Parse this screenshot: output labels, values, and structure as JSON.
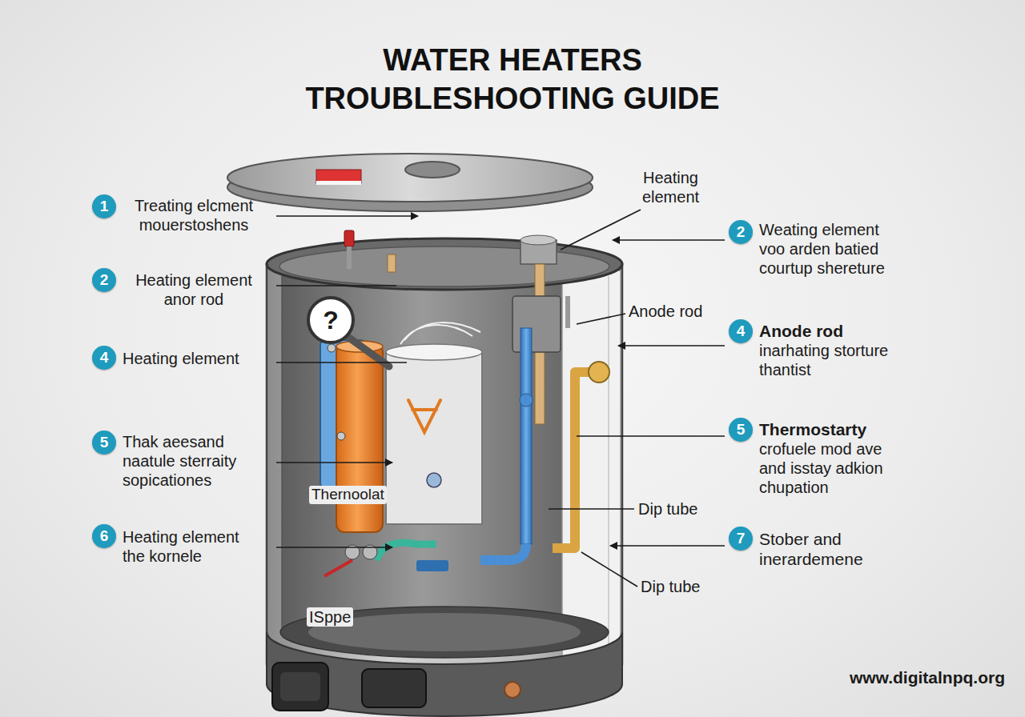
{
  "diagram": {
    "title": "WATER HEATERS TROUBLESHOOTING GUIDE",
    "labels": [
      "1",
      "Treating elcment mouerstoshens",
      "Heating element",
      "2",
      "Weating element voo arden batied courtup shereture",
      "2",
      "Heating element anor rod",
      "Anode rod",
      "?",
      "4",
      "Anode rod",
      "inarhating storture thantist",
      "4",
      "Heating element",
      "5",
      "Thak aeesand naatule sterraity sopicationes",
      "5",
      "Thermostarty",
      "crofuele mod ave and isstay adkion chupation",
      "Thernoolat",
      "Dip tube",
      "6",
      "Heating element the kornele",
      "7",
      "Stober and inerardemene",
      "Dip tube",
      "ISppe",
      "www.digitalnpq.org"
    ]
  }
}
